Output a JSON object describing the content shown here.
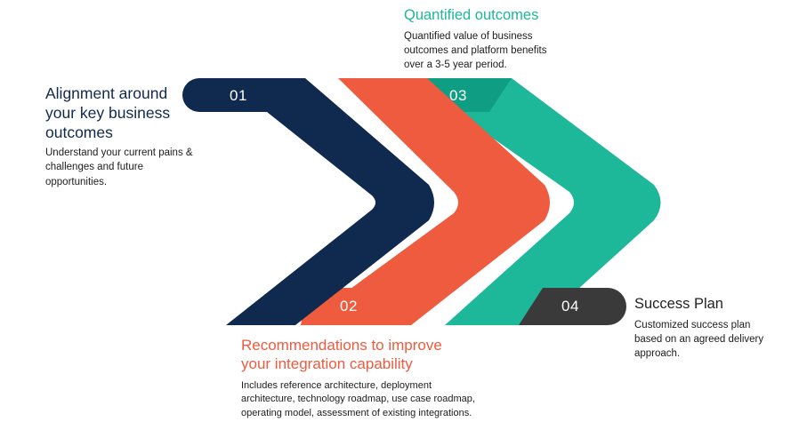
{
  "colors": {
    "navy": "#10294f",
    "orange": "#ef5b3e",
    "teal": "#1db79a",
    "teal_dark": "#0f9e83",
    "charcoal": "#3a3a3a"
  },
  "steps": [
    {
      "number": "01",
      "title_lines": [
        "Alignment around",
        "your key business",
        "outcomes"
      ],
      "description_lines": [
        "Understand your current pains &",
        "challenges and future",
        "opportunities."
      ],
      "title_color": "#10294f"
    },
    {
      "number": "02",
      "title_lines": [
        "Recommendations to improve",
        "your integration capability"
      ],
      "description_lines": [
        "Includes reference architecture, deployment",
        "architecture, technology roadmap, use case roadmap,",
        "operating model, assessment of existing integrations."
      ],
      "title_color": "#ef5b3e"
    },
    {
      "number": "03",
      "title_lines": [
        "Quantified outcomes"
      ],
      "description_lines": [
        "Quantified value of business",
        "outcomes and platform benefits",
        "over a 3-5 year period."
      ],
      "title_color": "#1db79a"
    },
    {
      "number": "04",
      "title_lines": [
        "Success Plan"
      ],
      "description_lines": [
        "Customized success plan",
        "based on an agreed delivery",
        "approach."
      ],
      "title_color": "#222222"
    }
  ]
}
